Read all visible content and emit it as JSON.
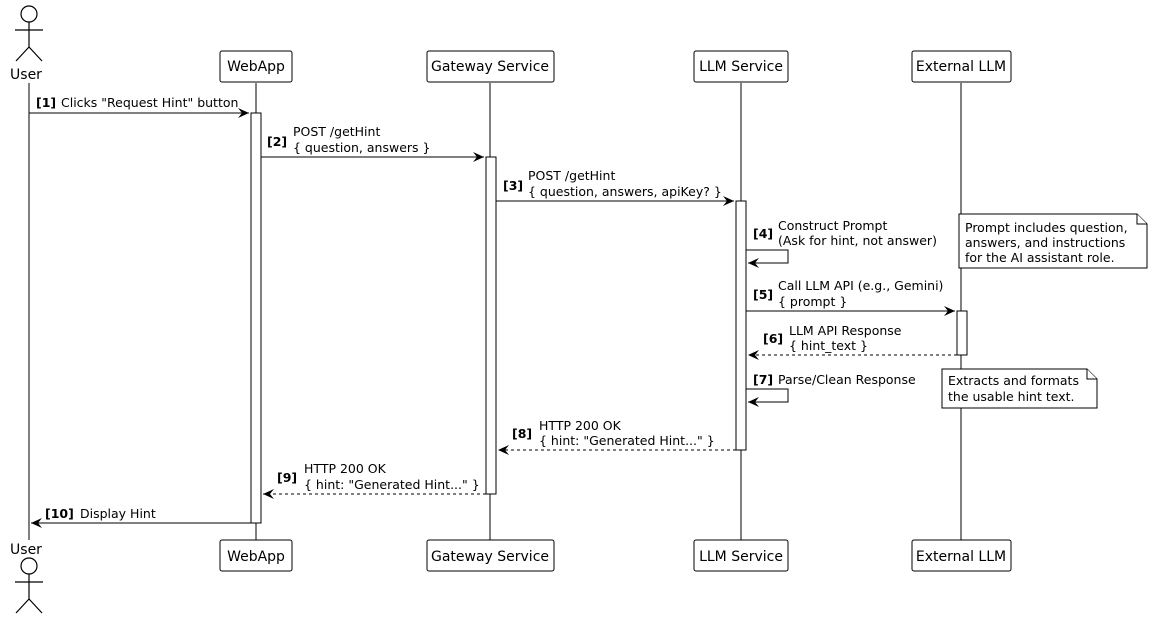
{
  "participants": {
    "user": "User",
    "webapp": "WebApp",
    "gateway": "Gateway Service",
    "llm": "LLM Service",
    "external": "External LLM"
  },
  "messages": [
    {
      "num": "[1]",
      "lines": [
        "Clicks \"Request Hint\" button"
      ]
    },
    {
      "num": "[2]",
      "lines": [
        "POST /getHint",
        "{ question, answers }"
      ]
    },
    {
      "num": "[3]",
      "lines": [
        "POST /getHint",
        "{ question, answers, apiKey? }"
      ]
    },
    {
      "num": "[4]",
      "lines": [
        "Construct Prompt",
        "(Ask for hint, not answer)"
      ]
    },
    {
      "num": "[5]",
      "lines": [
        "Call LLM API (e.g., Gemini)",
        "{ prompt }"
      ]
    },
    {
      "num": "[6]",
      "lines": [
        "LLM API Response",
        "{ hint_text }"
      ]
    },
    {
      "num": "[7]",
      "lines": [
        "Parse/Clean Response"
      ]
    },
    {
      "num": "[8]",
      "lines": [
        "HTTP 200 OK",
        "{ hint: \"Generated Hint...\" }"
      ]
    },
    {
      "num": "[9]",
      "lines": [
        "HTTP 200 OK",
        "{ hint: \"Generated Hint...\" }"
      ]
    },
    {
      "num": "[10]",
      "lines": [
        "Display Hint"
      ]
    }
  ],
  "notes": [
    {
      "lines": [
        "Prompt includes question,",
        "answers, and instructions",
        "for the AI assistant role."
      ]
    },
    {
      "lines": [
        "Extracts and formats",
        "the usable hint text."
      ]
    }
  ]
}
